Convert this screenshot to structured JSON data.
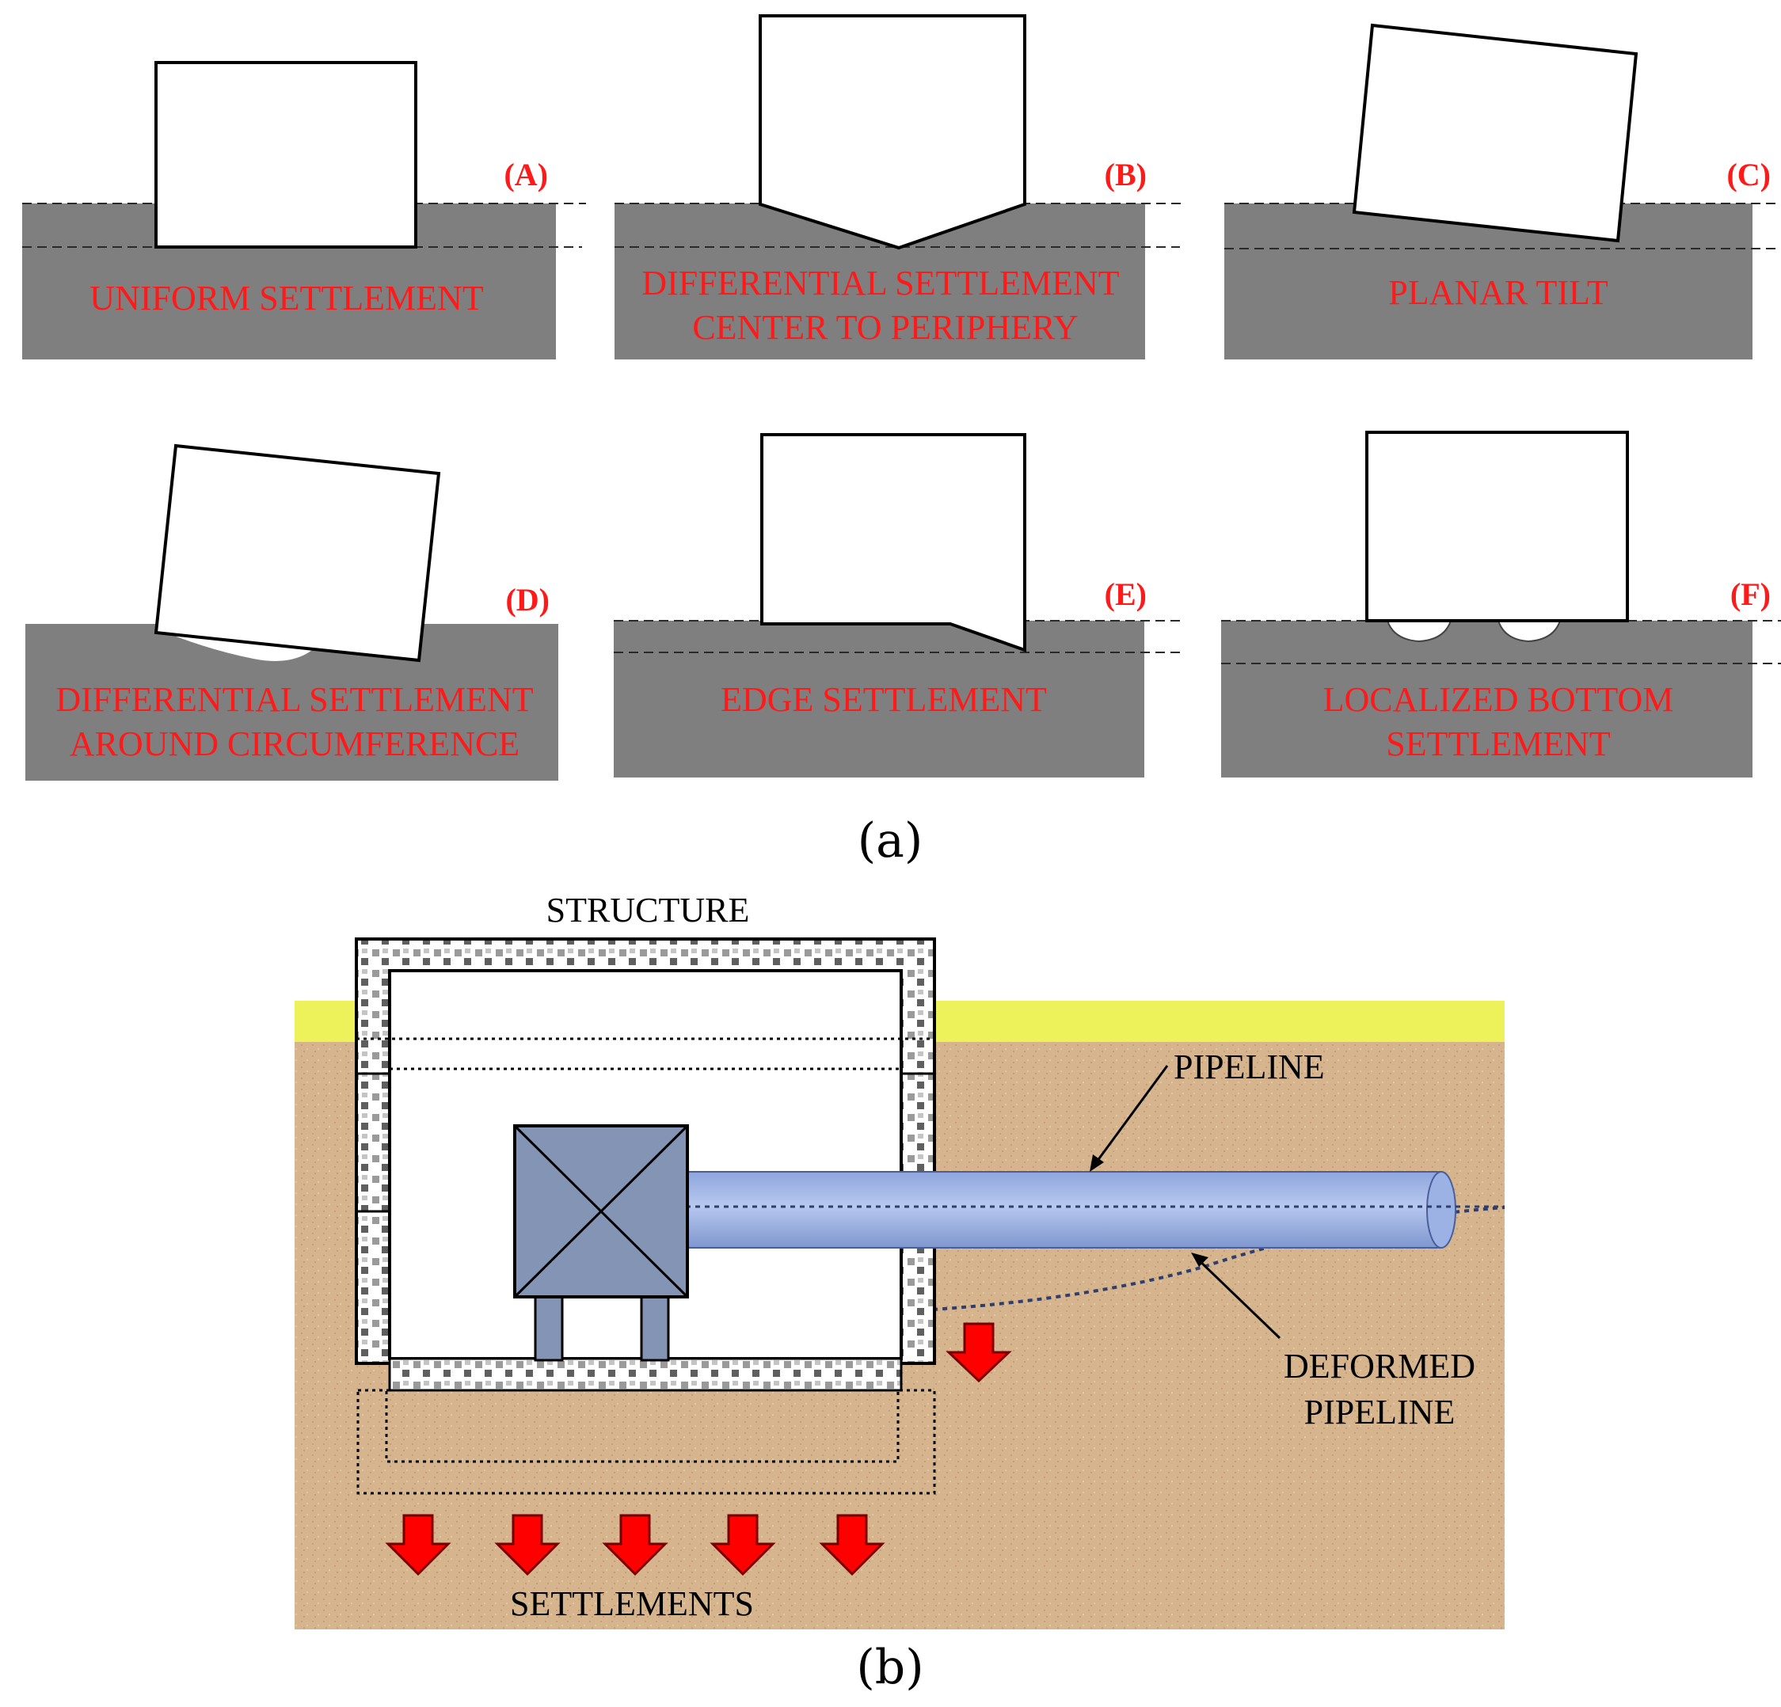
{
  "panel_a": {
    "caption": "(a)",
    "cases": [
      {
        "letter": "(A)",
        "lines": [
          "UNIFORM SETTLEMENT"
        ]
      },
      {
        "letter": "(B)",
        "lines": [
          "DIFFERENTIAL SETTLEMENT",
          "CENTER TO PERIPHERY"
        ]
      },
      {
        "letter": "(C)",
        "lines": [
          "PLANAR TILT"
        ]
      },
      {
        "letter": "(D)",
        "lines": [
          "DIFFERENTIAL SETTLEMENT",
          "AROUND CIRCUMFERENCE"
        ]
      },
      {
        "letter": "(E)",
        "lines": [
          "EDGE SETTLEMENT"
        ]
      },
      {
        "letter": "(F)",
        "lines": [
          "LOCALIZED BOTTOM",
          "SETTLEMENT"
        ]
      }
    ]
  },
  "panel_b": {
    "caption": "(b)",
    "structure_label": "STRUCTURE",
    "pipeline_label": "PIPELINE",
    "deformed_label": [
      "DEFORMED",
      "PIPELINE"
    ],
    "settlements_label": "SETTLEMENTS"
  },
  "colors": {
    "soil_gray": "#7f7f7f",
    "label_red": "#ff1a1a",
    "soil_tan": "#d6b58e",
    "surface_yellow": "#eef25a",
    "pipe_blue": "#a6b9e6",
    "pump_blue": "#8494b4",
    "arrow_red": "#ff0000"
  }
}
